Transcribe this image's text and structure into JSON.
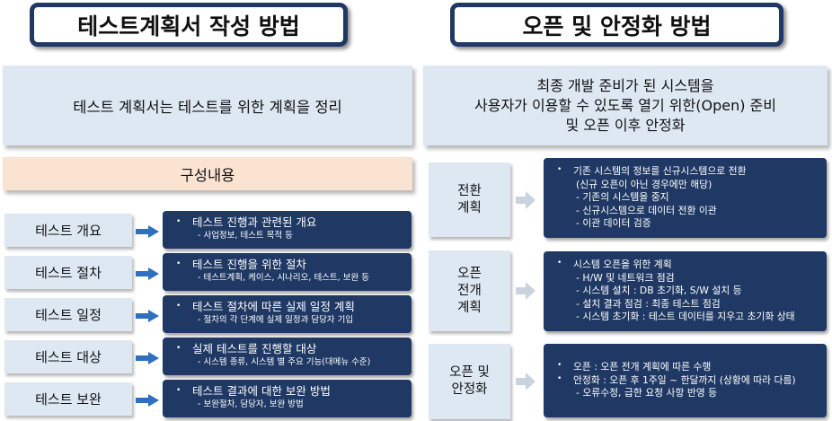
{
  "left_title": "테스트계획서 작성 방법",
  "right_title": "오픈 및 안정화 방법",
  "left_summary": "테스트 계획서는 테스트를 위한 계획을 정리",
  "right_summary": [
    "최종 개발 준비가 된 시스템을",
    "사용자가 이용할 수 있도록 열기 위한(Open) 준비",
    "및 오픈 이후 안정화"
  ],
  "composition_header": "구성내용",
  "test_items": [
    {
      "label": "테스트 개요",
      "desc": "테스트 진행과 관련된 개요",
      "detail": "- 사업정보, 테스트 목적 등"
    },
    {
      "label": "테스트 절차",
      "desc": "테스트 진행을 위한 절차",
      "detail": "- 테스트계획, 케이스, 시나리오, 테스트,  보완 등"
    },
    {
      "label": "테스트 일정",
      "desc": "테스트 절차에 따른 실제 일정 계획",
      "detail": "- 절차의 각 단계에 실제 일정과 담당자 기입"
    },
    {
      "label": "테스트 대상",
      "desc": "실제 테스트를 진행할 대상",
      "detail": "- 시스템 종류, 시스템 별 주요 기능(대메뉴 수준)"
    },
    {
      "label": "테스트 보완",
      "desc": "테스트 결과에 대한 보완 방법",
      "detail": "- 보완절차, 담당자, 보완 방법"
    }
  ],
  "phases": [
    {
      "label": [
        "전환",
        "계획"
      ],
      "lines": [
        "기존 시스템의 정보를 신규시스템으로 전환",
        "(신규 오픈이 아닌 경우에만 해당)",
        "- 기존의 시스템을 중지",
        "- 신규시스템으로 데이터 전환 이관",
        "- 이관 데이터 검증"
      ]
    },
    {
      "label": [
        "오픈",
        "전개",
        "계획"
      ],
      "lines": [
        "시스템 오픈을 위한 계획",
        "- H/W 및 네트워크 점검",
        "- 시스템 설치 : DB 초기화, S/W 설치 등",
        "- 설치 결과 점검 : 최종 테스트 점검",
        "- 시스템 초기화 : 테스트 데이터를 지우고 초기화 상태"
      ]
    },
    {
      "label": [
        "오픈 및",
        "안정화"
      ],
      "lines": [
        "오픈 : 오픈 전개 계획에 따른 수행",
        "안정화 : 오픈 후 1주일 ~ 한달까지 (상황에 따라 다름)",
        "- 오류수정, 급한 요청 사항 반영 등"
      ]
    }
  ],
  "colors": {
    "navy": "#1f3864",
    "panel": "#dde8f3",
    "peach": "#fbe3d2",
    "arrow_blue": "#2e6fbf",
    "arrow_gray": "#c9d3df"
  },
  "icons": {
    "left_arrow": "right-arrow-icon",
    "right_arrow": "gray-chevron-arrow-icon",
    "bullet": "bullet-dot-icon"
  }
}
